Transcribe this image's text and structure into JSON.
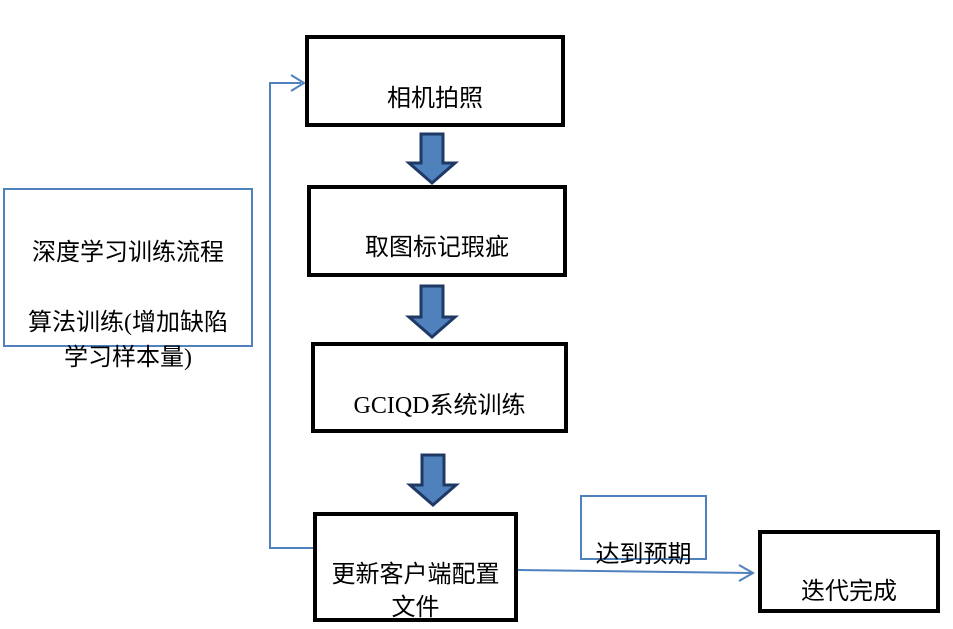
{
  "colors": {
    "connector_blue": "#4f81bd",
    "block_arrow_fill": "#4f81bd",
    "block_arrow_outline": "#1f3864",
    "node_border_black": "#000000",
    "background": "#ffffff"
  },
  "note": {
    "text": "深度学习训练流程\n\n算法训练(增加缺陷\n学习样本量)"
  },
  "nodes": {
    "camera": {
      "label": "相机拍照"
    },
    "mark_defects": {
      "label": "取图标记瑕疵"
    },
    "system_training": {
      "label": "GCIQD系统训练"
    },
    "update_config": {
      "label": "更新客户端配置\n文件"
    },
    "iteration_done": {
      "label": "迭代完成"
    }
  },
  "edges": {
    "expected_label": "达到预期"
  }
}
